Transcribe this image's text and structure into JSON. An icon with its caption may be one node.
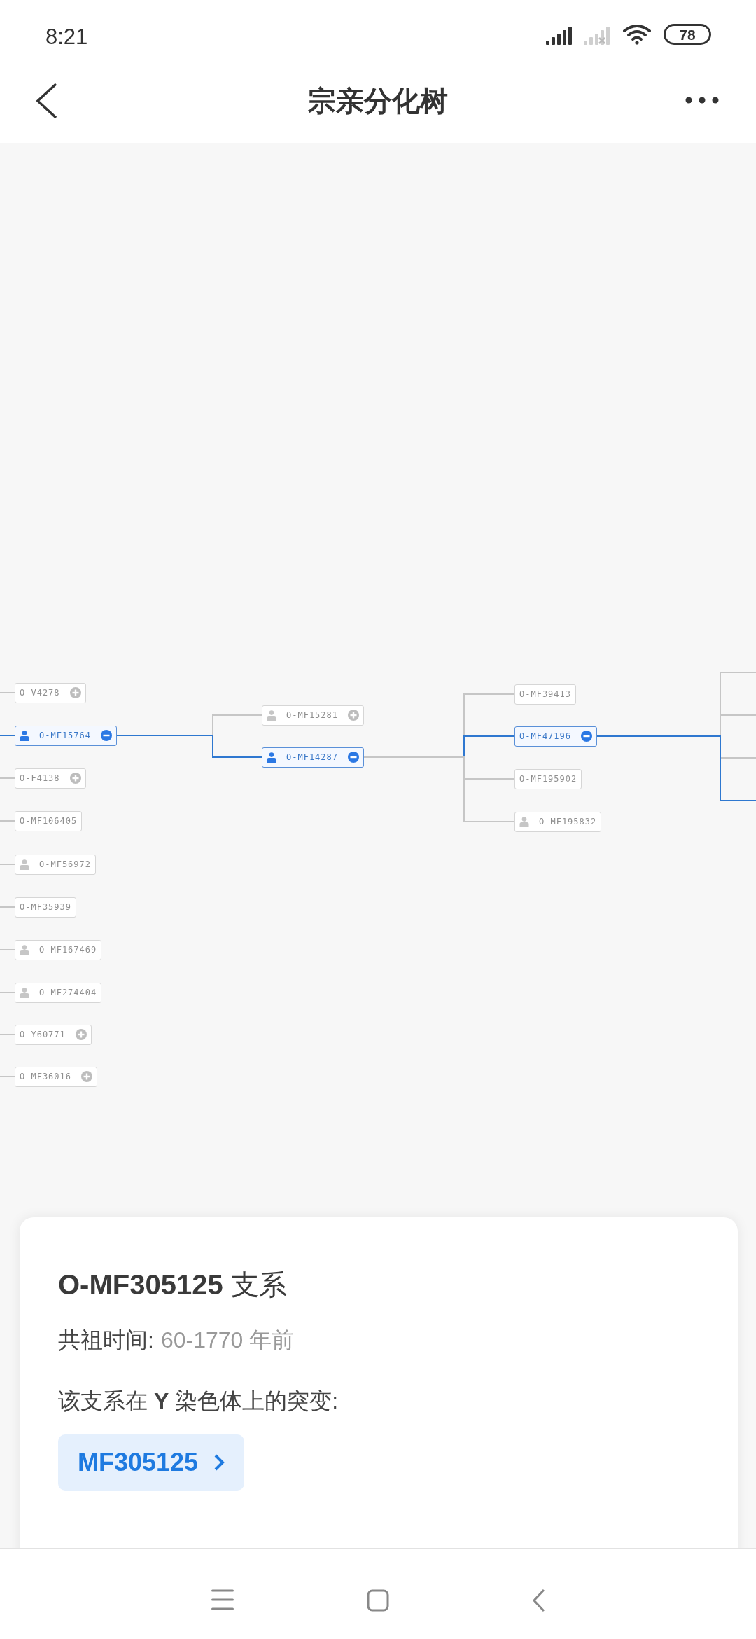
{
  "diagram": {
    "title": "宗亲分化树",
    "nodes": [
      {
        "text": [
          "O-V4278"
        ]
      },
      {
        "text": [
          "O-MF15764"
        ]
      },
      {
        "text": [
          "O-F4138"
        ]
      },
      {
        "text": [
          "O-MF106405"
        ]
      },
      {
        "text": [
          "O-MF56972"
        ]
      },
      {
        "text": [
          "O-MF35939"
        ]
      },
      {
        "text": [
          "O-MF167469"
        ]
      },
      {
        "text": [
          "O-MF274404"
        ]
      },
      {
        "text": [
          "O-Y60771"
        ]
      },
      {
        "text": [
          "O-MF36016"
        ]
      },
      {
        "text": [
          "O-MF15281"
        ]
      },
      {
        "text": [
          "O-MF14287"
        ]
      },
      {
        "text": [
          "O-MF39413"
        ]
      },
      {
        "text": [
          "O-MF47196"
        ]
      },
      {
        "text": [
          "O-MF195902"
        ]
      },
      {
        "text": [
          "O-MF195832"
        ]
      }
    ],
    "edges": [
      {
        "from": null,
        "to": 0,
        "arrow": "none"
      },
      {
        "from": null,
        "to": 1,
        "arrow": "none",
        "color": "#2f78d0"
      },
      {
        "from": null,
        "to": 2,
        "arrow": "none"
      },
      {
        "from": null,
        "to": 3,
        "arrow": "none"
      },
      {
        "from": null,
        "to": 4,
        "arrow": "none"
      },
      {
        "from": null,
        "to": 5,
        "arrow": "none"
      },
      {
        "from": null,
        "to": 6,
        "arrow": "none"
      },
      {
        "from": null,
        "to": 7,
        "arrow": "none"
      },
      {
        "from": null,
        "to": 8,
        "arrow": "none"
      },
      {
        "from": null,
        "to": 9,
        "arrow": "none"
      },
      {
        "from": 1,
        "to": 10,
        "arrow": "none"
      },
      {
        "from": 1,
        "to": 11,
        "arrow": "none",
        "color": "#2f78d0"
      },
      {
        "from": 11,
        "to": 12,
        "arrow": "none"
      },
      {
        "from": 11,
        "to": 13,
        "arrow": "none",
        "color": "#2f78d0"
      },
      {
        "from": 11,
        "to": 14,
        "arrow": "none"
      },
      {
        "from": 11,
        "to": 15,
        "arrow": "none"
      },
      {
        "from": 13,
        "to": null,
        "arrow": "none"
      },
      {
        "from": 13,
        "to": null,
        "arrow": "none"
      },
      {
        "from": 13,
        "to": null,
        "arrow": "none"
      },
      {
        "from": 13,
        "to": null,
        "arrow": "none",
        "color": "#2f78d0"
      }
    ],
    "labels": [
      "8:21",
      "78",
      "**O-MF305125** 支系",
      "共祖时间:",
      "60-1770 年前",
      "该支系在 **Y** 染色体上的突变:",
      "MF305125"
    ]
  }
}
